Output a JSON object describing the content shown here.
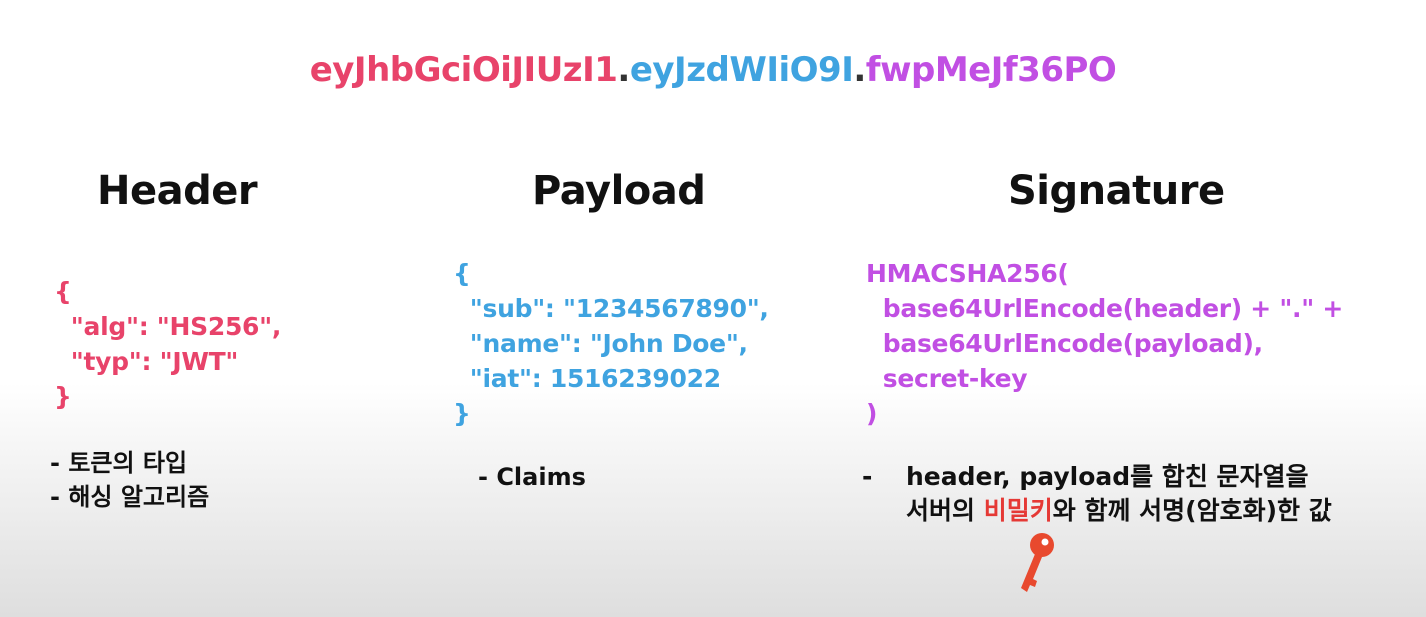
{
  "token": {
    "header_part": "eyJhbGciOiJIUzI1",
    "payload_part": "eyJzdWIiO9I",
    "signature_part": "fwpMeJf36PO",
    "separator": "."
  },
  "sections": {
    "header": {
      "title": "Header",
      "code": "{\n  \"alg\": \"HS256\",\n  \"typ\": \"JWT\"\n}",
      "bullets": [
        "- 토큰의 타입",
        "- 해싱 알고리즘"
      ]
    },
    "payload": {
      "title": "Payload",
      "code": "{\n  \"sub\": \"1234567890\",\n  \"name\": \"John Doe\",\n  \"iat\": 1516239022\n}",
      "bullets": [
        "- Claims"
      ]
    },
    "signature": {
      "title": "Signature",
      "code": "HMACSHA256(\n  base64UrlEncode(header) + \".\" +\n  base64UrlEncode(payload),\n  secret-key\n)",
      "desc_dash": "-",
      "desc_line1": "header, payload를 합친 문자열을",
      "desc_line2_prefix": "서버의 ",
      "desc_line2_highlight": "비밀키",
      "desc_line2_suffix": "와 함께 서명(암호화)한 값"
    }
  },
  "colors": {
    "header": "#e8436a",
    "payload": "#3fa3e0",
    "signature": "#c14fe3",
    "highlight": "#e53935",
    "key": "#e8492e"
  },
  "icons": {
    "key": "key-icon"
  }
}
